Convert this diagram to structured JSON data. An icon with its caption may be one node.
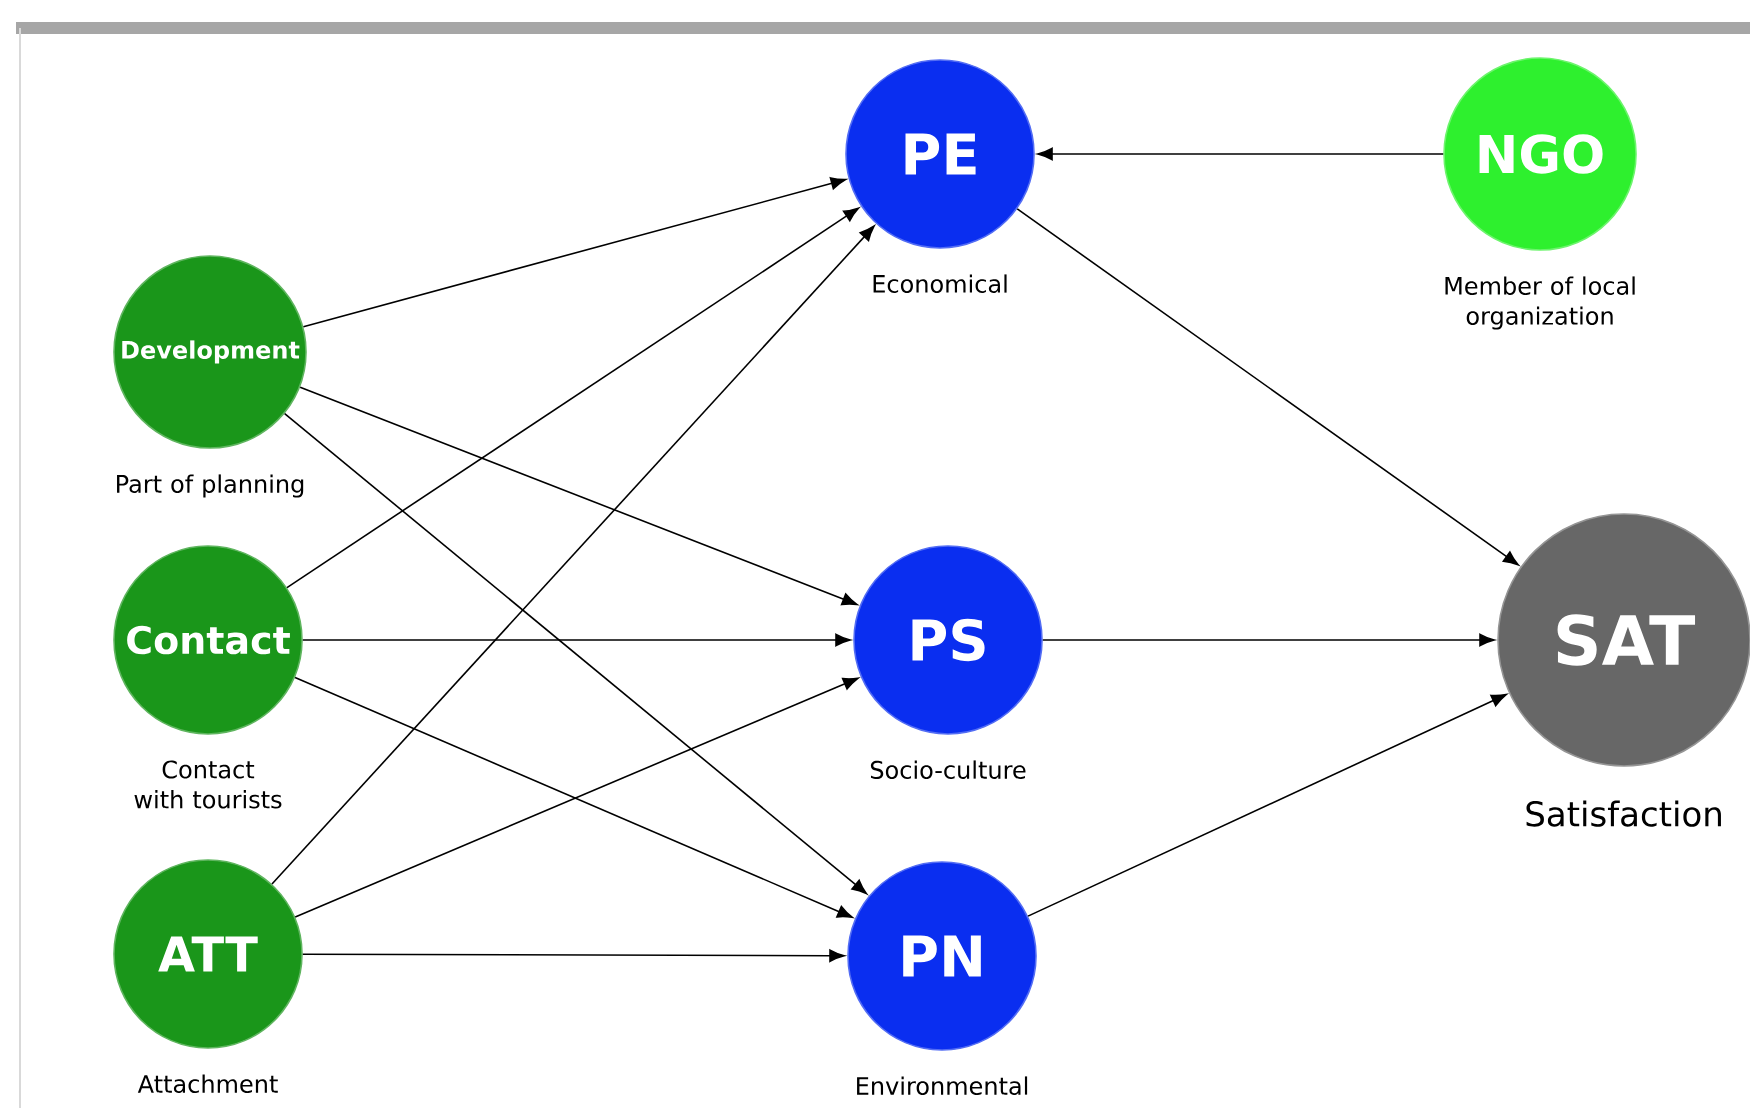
{
  "diagram": {
    "nodes": [
      {
        "text": [
          "Development"
        ],
        "beside": [
          "Part of planning"
        ]
      },
      {
        "text": [
          "Contact"
        ],
        "beside": [
          "Contact with tourists"
        ]
      },
      {
        "text": [
          "ATT"
        ],
        "beside": [
          "Attachment"
        ]
      },
      {
        "text": [
          "PE"
        ],
        "beside": [
          "Economical"
        ]
      },
      {
        "text": [
          "PS"
        ],
        "beside": [
          "Socio-culture"
        ]
      },
      {
        "text": [
          "PN"
        ],
        "beside": [
          "Environmental"
        ]
      },
      {
        "text": [
          "NGO"
        ],
        "beside": [
          "Member of local organization"
        ]
      },
      {
        "text": [
          "SAT"
        ],
        "beside": [
          "Satisfaction"
        ]
      }
    ],
    "edges": [
      {
        "from": 0,
        "to": 3,
        "arrow": "to"
      },
      {
        "from": 0,
        "to": 4,
        "arrow": "to"
      },
      {
        "from": 0,
        "to": 5,
        "arrow": "to"
      },
      {
        "from": 1,
        "to": 3,
        "arrow": "to"
      },
      {
        "from": 1,
        "to": 4,
        "arrow": "to"
      },
      {
        "from": 1,
        "to": 5,
        "arrow": "to"
      },
      {
        "from": 2,
        "to": 3,
        "arrow": "to"
      },
      {
        "from": 2,
        "to": 4,
        "arrow": "to"
      },
      {
        "from": 2,
        "to": 5,
        "arrow": "to"
      },
      {
        "from": 6,
        "to": 3,
        "arrow": "to"
      },
      {
        "from": 3,
        "to": 7,
        "arrow": "to"
      },
      {
        "from": 4,
        "to": 7,
        "arrow": "to"
      },
      {
        "from": 5,
        "to": 7,
        "arrow": "to"
      }
    ]
  }
}
